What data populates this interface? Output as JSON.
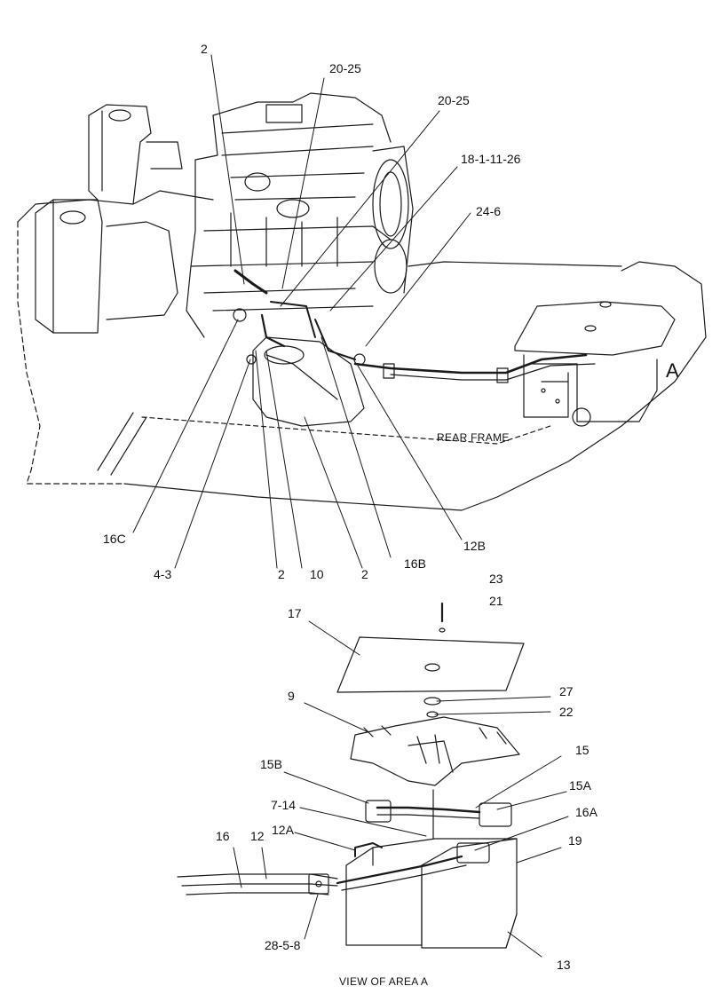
{
  "labels": {
    "l_2_top": "2",
    "l_20_25_a": "20-25",
    "l_20_25_b": "20-25",
    "l_18": "18-1-11-26",
    "l_24_6": "24-6",
    "l_a": "A",
    "l_rear": "REAR FRAME",
    "l_16c": "16C",
    "l_4_3": "4-3",
    "l_2_b1": "2",
    "l_10": "10",
    "l_2_b2": "2",
    "l_16b": "16B",
    "l_12b": "12B",
    "l_23": "23",
    "l_21": "21",
    "l_17": "17",
    "l_27": "27",
    "l_22": "22",
    "l_9": "9",
    "l_15": "15",
    "l_15b": "15B",
    "l_15a": "15A",
    "l_7_14": "7-14",
    "l_16a": "16A",
    "l_12a": "12A",
    "l_16": "16",
    "l_12": "12",
    "l_19": "19",
    "l_28": "28-5-8",
    "l_13": "13",
    "l_view": "VIEW OF AREA A"
  }
}
